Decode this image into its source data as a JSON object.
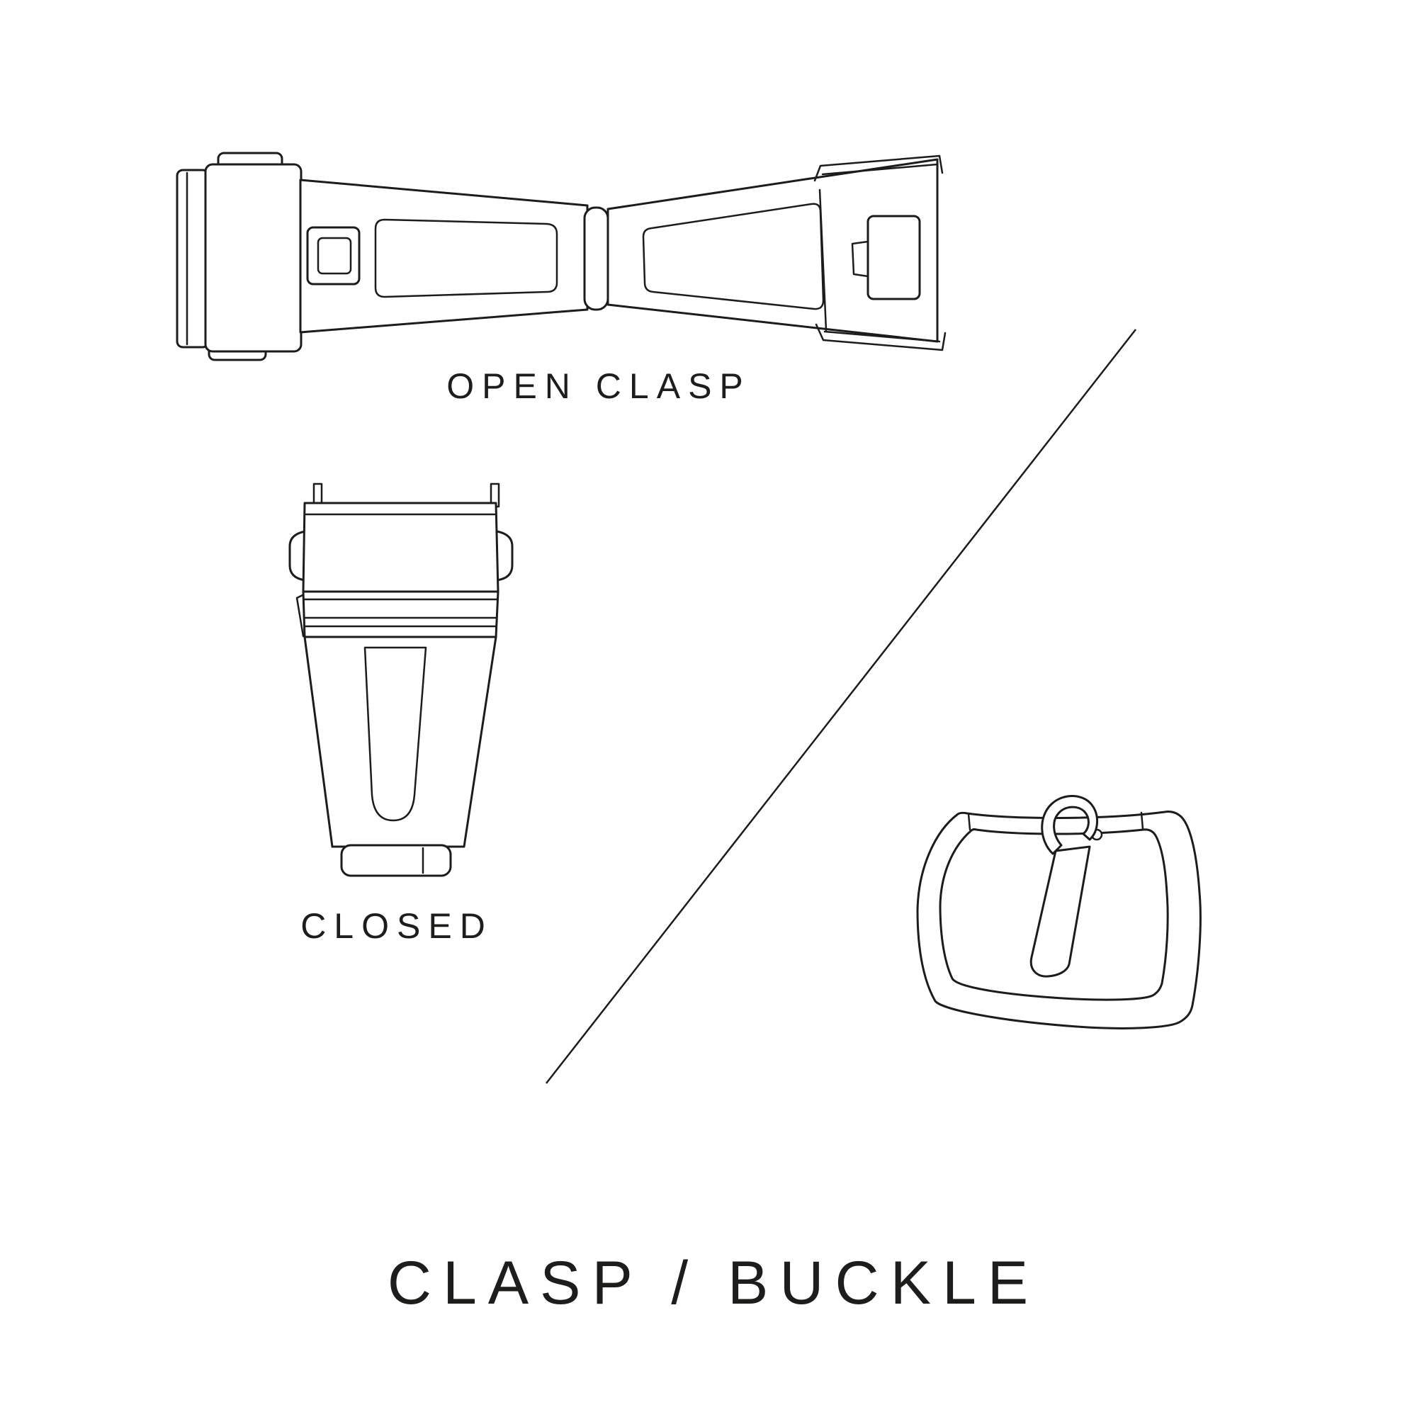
{
  "page": {
    "background": "#ffffff",
    "line_color": "#1c1c1c",
    "text_color": "#1d1d1b",
    "title": "CLASP / BUCKLE"
  },
  "figures": {
    "open_clasp": {
      "icon": "open-clasp-illustration",
      "label": "OPEN CLASP"
    },
    "closed_clasp": {
      "icon": "closed-clasp-illustration",
      "label": "CLOSED"
    },
    "buckle": {
      "icon": "tang-buckle-illustration"
    },
    "divider": {
      "icon": "diagonal-divider-line"
    }
  }
}
